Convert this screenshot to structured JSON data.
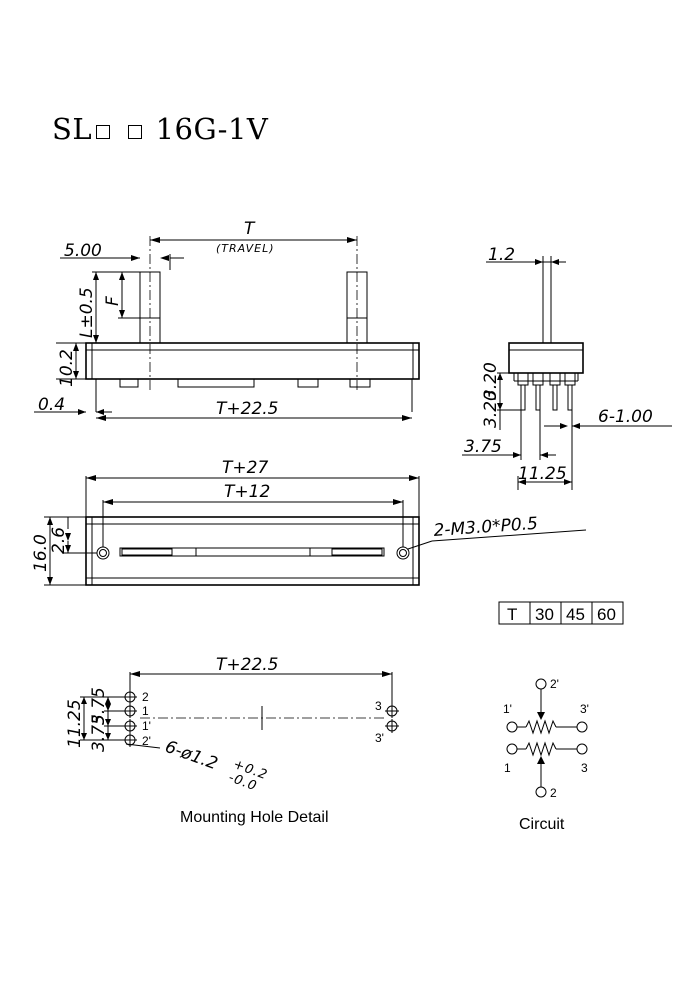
{
  "title": {
    "prefix": "SL",
    "suffix": "16G-1V"
  },
  "side_view": {
    "dim_top_offset": "5.00",
    "dim_travel": "T",
    "dim_travel_note": "(TRAVEL)",
    "dim_F": "F",
    "dim_height": "L±0.5",
    "dim_body": "10.2",
    "dim_pin_offset": "0.4",
    "dim_length": "T+22.5"
  },
  "end_view": {
    "dim_lever": "1.2",
    "dim_pin_len": "3.20",
    "dim_pin_len2": "3.20",
    "dim_pins": "6-1.00",
    "dim_pitch": "3.75",
    "dim_span": "11.25"
  },
  "top_view": {
    "dim_overall": "T+27",
    "dim_holes": "T+12",
    "dim_width": "16.0",
    "dim_hole_offset": "2.6",
    "dim_thread": "2-M3.0*P0.5"
  },
  "travel_table": {
    "header": "T",
    "values": [
      "30",
      "45",
      "60"
    ]
  },
  "mounting": {
    "dim_length": "T+22.5",
    "dim_span": "11.25",
    "dim_pitch1": "3.75",
    "dim_pitch2": "3.75",
    "dim_holes_main": "6-ø1.2",
    "dim_tol_plus": "+0.2",
    "dim_tol_minus": "-0.0",
    "pins_left": [
      "2",
      "1",
      "1'",
      "2'"
    ],
    "pins_right": [
      "3",
      "3'"
    ],
    "caption": "Mounting Hole Detail"
  },
  "circuit": {
    "pins_top": [
      "2'",
      "1'",
      "3'"
    ],
    "pins_bottom": [
      "1",
      "3",
      "2"
    ],
    "caption": "Circuit"
  }
}
